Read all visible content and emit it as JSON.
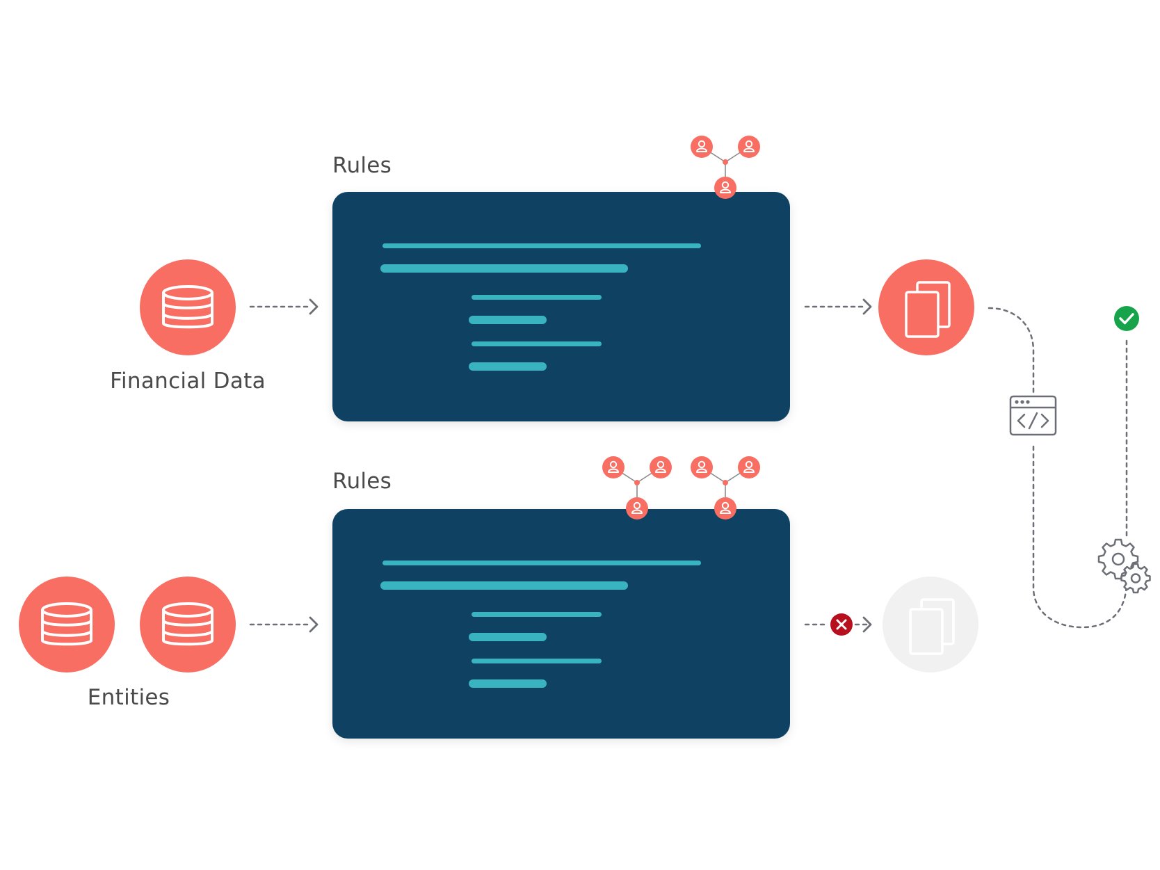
{
  "colors": {
    "coral": "#f86e62",
    "panel": "#0f4262",
    "code_line": "#3ab3c1",
    "connector": "#6b6f75",
    "success": "#17a34a",
    "error": "#b80f1f",
    "disabled": "#f1f1f1",
    "text": "#4a4a4a"
  },
  "sources": {
    "top": {
      "label": "Financial Data",
      "icon": "database-icon"
    },
    "bottom": {
      "label": "Entities",
      "icon": "database-icon"
    }
  },
  "rules": {
    "top": {
      "title": "Rules",
      "collaborator_groups": 1
    },
    "bottom": {
      "title": "Rules",
      "collaborator_groups": 2
    }
  },
  "outputs": {
    "top": {
      "icon": "documents-icon",
      "state": "active"
    },
    "bottom": {
      "icon": "documents-icon",
      "state": "disabled",
      "status_icon": "error-x-icon"
    }
  },
  "pipeline": {
    "code_icon": "code-window-icon",
    "process_icon": "gears-icon",
    "result_icon": "success-check-icon"
  }
}
